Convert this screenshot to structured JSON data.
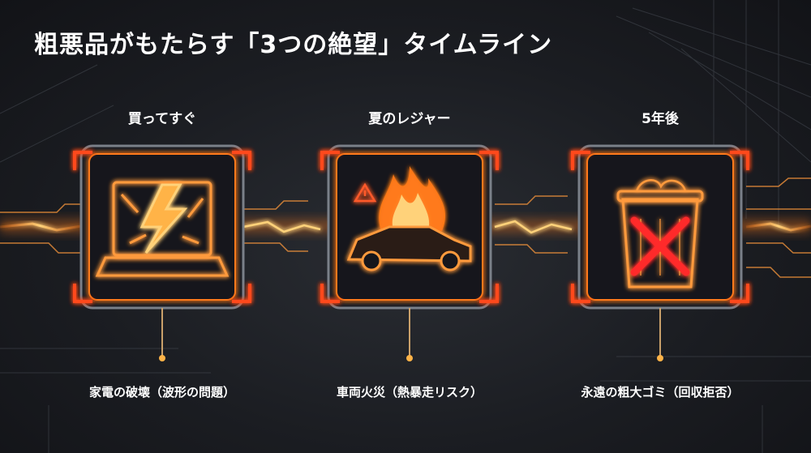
{
  "title": "粗悪品がもたらす「3つの絶望」タイムライン",
  "accent_color": "#ff7a1a",
  "glow_color": "#ffb347",
  "panels": [
    {
      "top_label": "買ってすぐ",
      "bottom_label": "家電の破壊（波形の問題）",
      "icon": "broken-laptop-lightning-icon"
    },
    {
      "top_label": "夏のレジャー",
      "bottom_label": "車両火災（熱暴走リスク）",
      "icon": "car-fire-warning-icon"
    },
    {
      "top_label": "5年後",
      "bottom_label": "永遠の粗大ゴミ（回収拒否）",
      "icon": "trash-can-cross-icon"
    }
  ]
}
